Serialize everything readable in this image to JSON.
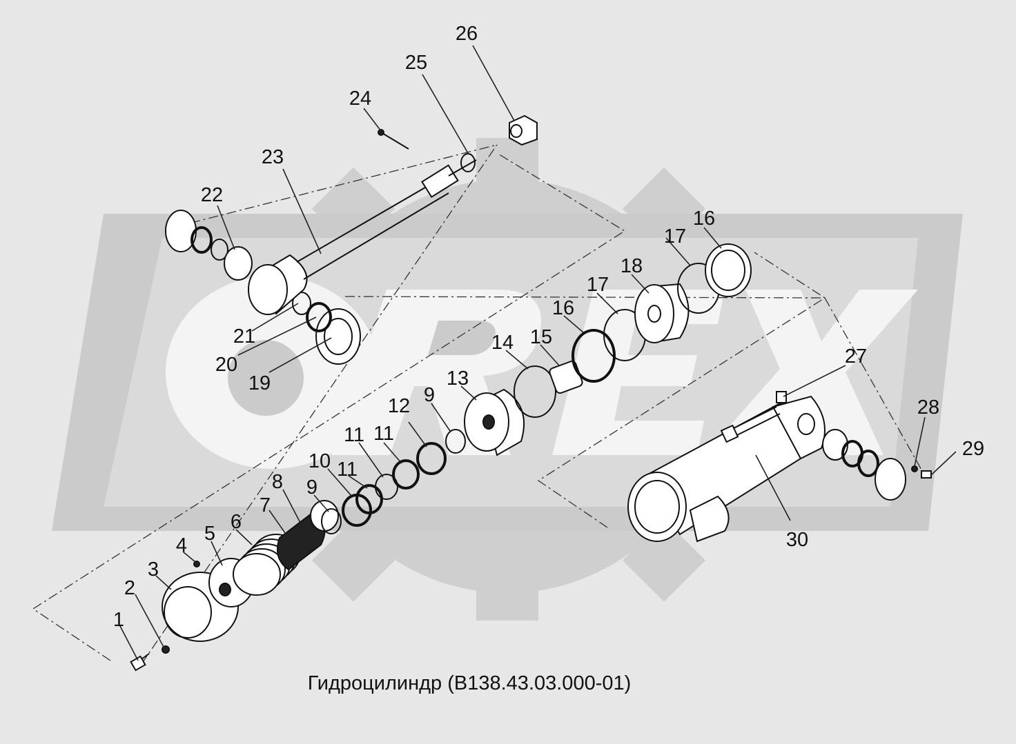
{
  "caption": "Гидроцилиндр (В138.43.03.000-01)",
  "watermark": "OREX",
  "colors": {
    "background": "#e7e7e7",
    "watermark_dark": "#c9c9c9",
    "watermark_light": "#d6d6d6",
    "lines": "#111111"
  },
  "callouts": [
    "1",
    "2",
    "3",
    "4",
    "5",
    "6",
    "7",
    "8",
    "9",
    "9",
    "10",
    "11",
    "11",
    "11",
    "12",
    "13",
    "14",
    "15",
    "16",
    "16",
    "17",
    "17",
    "18",
    "19",
    "20",
    "21",
    "22",
    "23",
    "24",
    "25",
    "26",
    "27",
    "28",
    "29",
    "30"
  ]
}
